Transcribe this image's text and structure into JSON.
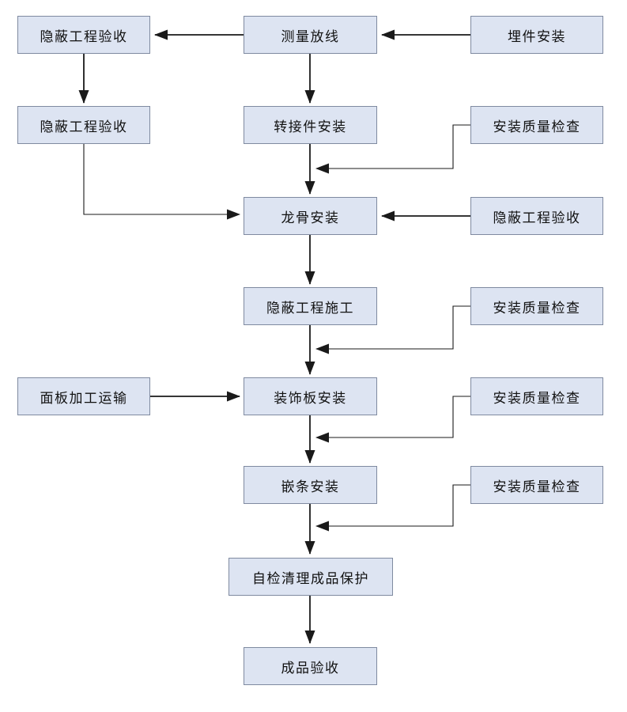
{
  "diagram": {
    "type": "flowchart",
    "language": "zh-CN",
    "background": "#ffffff",
    "colors": {
      "box_fill": "#dde4f2",
      "box_border": "#7f8aa0",
      "text": "#111111",
      "arrow": "#1a1a1a"
    },
    "nodes": [
      {
        "id": "n0",
        "label": "隐蔽工程验收"
      },
      {
        "id": "n1",
        "label": "测量放线"
      },
      {
        "id": "n2",
        "label": "埋件安装"
      },
      {
        "id": "n3",
        "label": "隐蔽工程验收"
      },
      {
        "id": "n4",
        "label": "转接件安装"
      },
      {
        "id": "n5",
        "label": "安装质量检查"
      },
      {
        "id": "n6",
        "label": "龙骨安装"
      },
      {
        "id": "n7",
        "label": "隐蔽工程验收"
      },
      {
        "id": "n8",
        "label": "隐蔽工程施工"
      },
      {
        "id": "n9",
        "label": "安装质量检查"
      },
      {
        "id": "n10",
        "label": "面板加工运输"
      },
      {
        "id": "n11",
        "label": "装饰板安装"
      },
      {
        "id": "n12",
        "label": "安装质量检查"
      },
      {
        "id": "n13",
        "label": "嵌条安装"
      },
      {
        "id": "n14",
        "label": "安装质量检查"
      },
      {
        "id": "n15",
        "label": "自检清理成品保护"
      },
      {
        "id": "n16",
        "label": "成品验收"
      }
    ],
    "edges": [
      {
        "from": "埋件安装(n2)",
        "to": "测量放线(n1)",
        "style": "straight-left"
      },
      {
        "from": "测量放线(n1)",
        "to": "隐蔽工程验收(n0)",
        "style": "straight-left"
      },
      {
        "from": "隐蔽工程验收(n0)",
        "to": "隐蔽工程验收(n3)",
        "style": "straight-down"
      },
      {
        "from": "测量放线(n1)",
        "to": "转接件安装(n4)",
        "style": "straight-down"
      },
      {
        "from": "转接件安装(n4)",
        "to": "龙骨安装(n6)",
        "style": "straight-down"
      },
      {
        "from": "安装质量检查(n5)",
        "to": "转接件安装→龙骨安装连线",
        "style": "elbow-left"
      },
      {
        "from": "隐蔽工程验收(n3)",
        "to": "龙骨安装(n6)",
        "style": "elbow-right"
      },
      {
        "from": "隐蔽工程验收(n7)",
        "to": "龙骨安装(n6)",
        "style": "straight-left"
      },
      {
        "from": "龙骨安装(n6)",
        "to": "隐蔽工程施工(n8)",
        "style": "straight-down"
      },
      {
        "from": "隐蔽工程施工(n8)",
        "to": "装饰板安装(n11)",
        "style": "straight-down"
      },
      {
        "from": "安装质量检查(n9)",
        "to": "隐蔽工程施工→装饰板安装连线",
        "style": "elbow-left"
      },
      {
        "from": "面板加工运输(n10)",
        "to": "装饰板安装(n11)",
        "style": "straight-right"
      },
      {
        "from": "装饰板安装(n11)",
        "to": "嵌条安装(n13)",
        "style": "straight-down"
      },
      {
        "from": "安装质量检查(n12)",
        "to": "装饰板安装→嵌条安装连线",
        "style": "elbow-left"
      },
      {
        "from": "嵌条安装(n13)",
        "to": "自检清理成品保护(n15)",
        "style": "straight-down"
      },
      {
        "from": "安装质量检查(n14)",
        "to": "嵌条安装→自检清理成品保护连线",
        "style": "elbow-left"
      },
      {
        "from": "自检清理成品保护(n15)",
        "to": "成品验收(n16)",
        "style": "straight-down"
      }
    ]
  }
}
